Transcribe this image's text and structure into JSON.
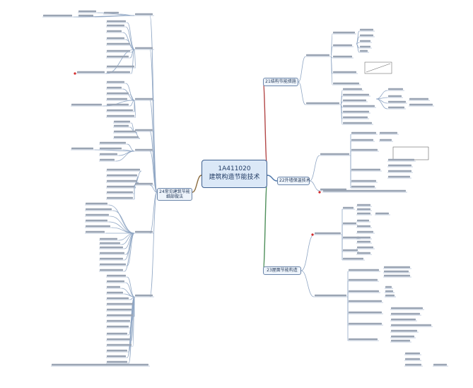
{
  "center": {
    "line1": "1A411020",
    "line2": "建筑构造节能技术"
  },
  "topics": {
    "t1": "21结构节能措施",
    "t2": "22外墙保温技术",
    "t3": "23屋面节能构造",
    "t4": "24常见建筑节能细部做法"
  },
  "colors": {
    "center_fill": "#dbe8f7",
    "center_stroke": "#3d5f8f",
    "branch_red": "#b34747",
    "branch_blue": "#4a74a8",
    "branch_green": "#4e8f5a",
    "branch_brown": "#8a6a3c",
    "leaf_line": "#8fa6c4",
    "marker": "#d42a2a"
  }
}
